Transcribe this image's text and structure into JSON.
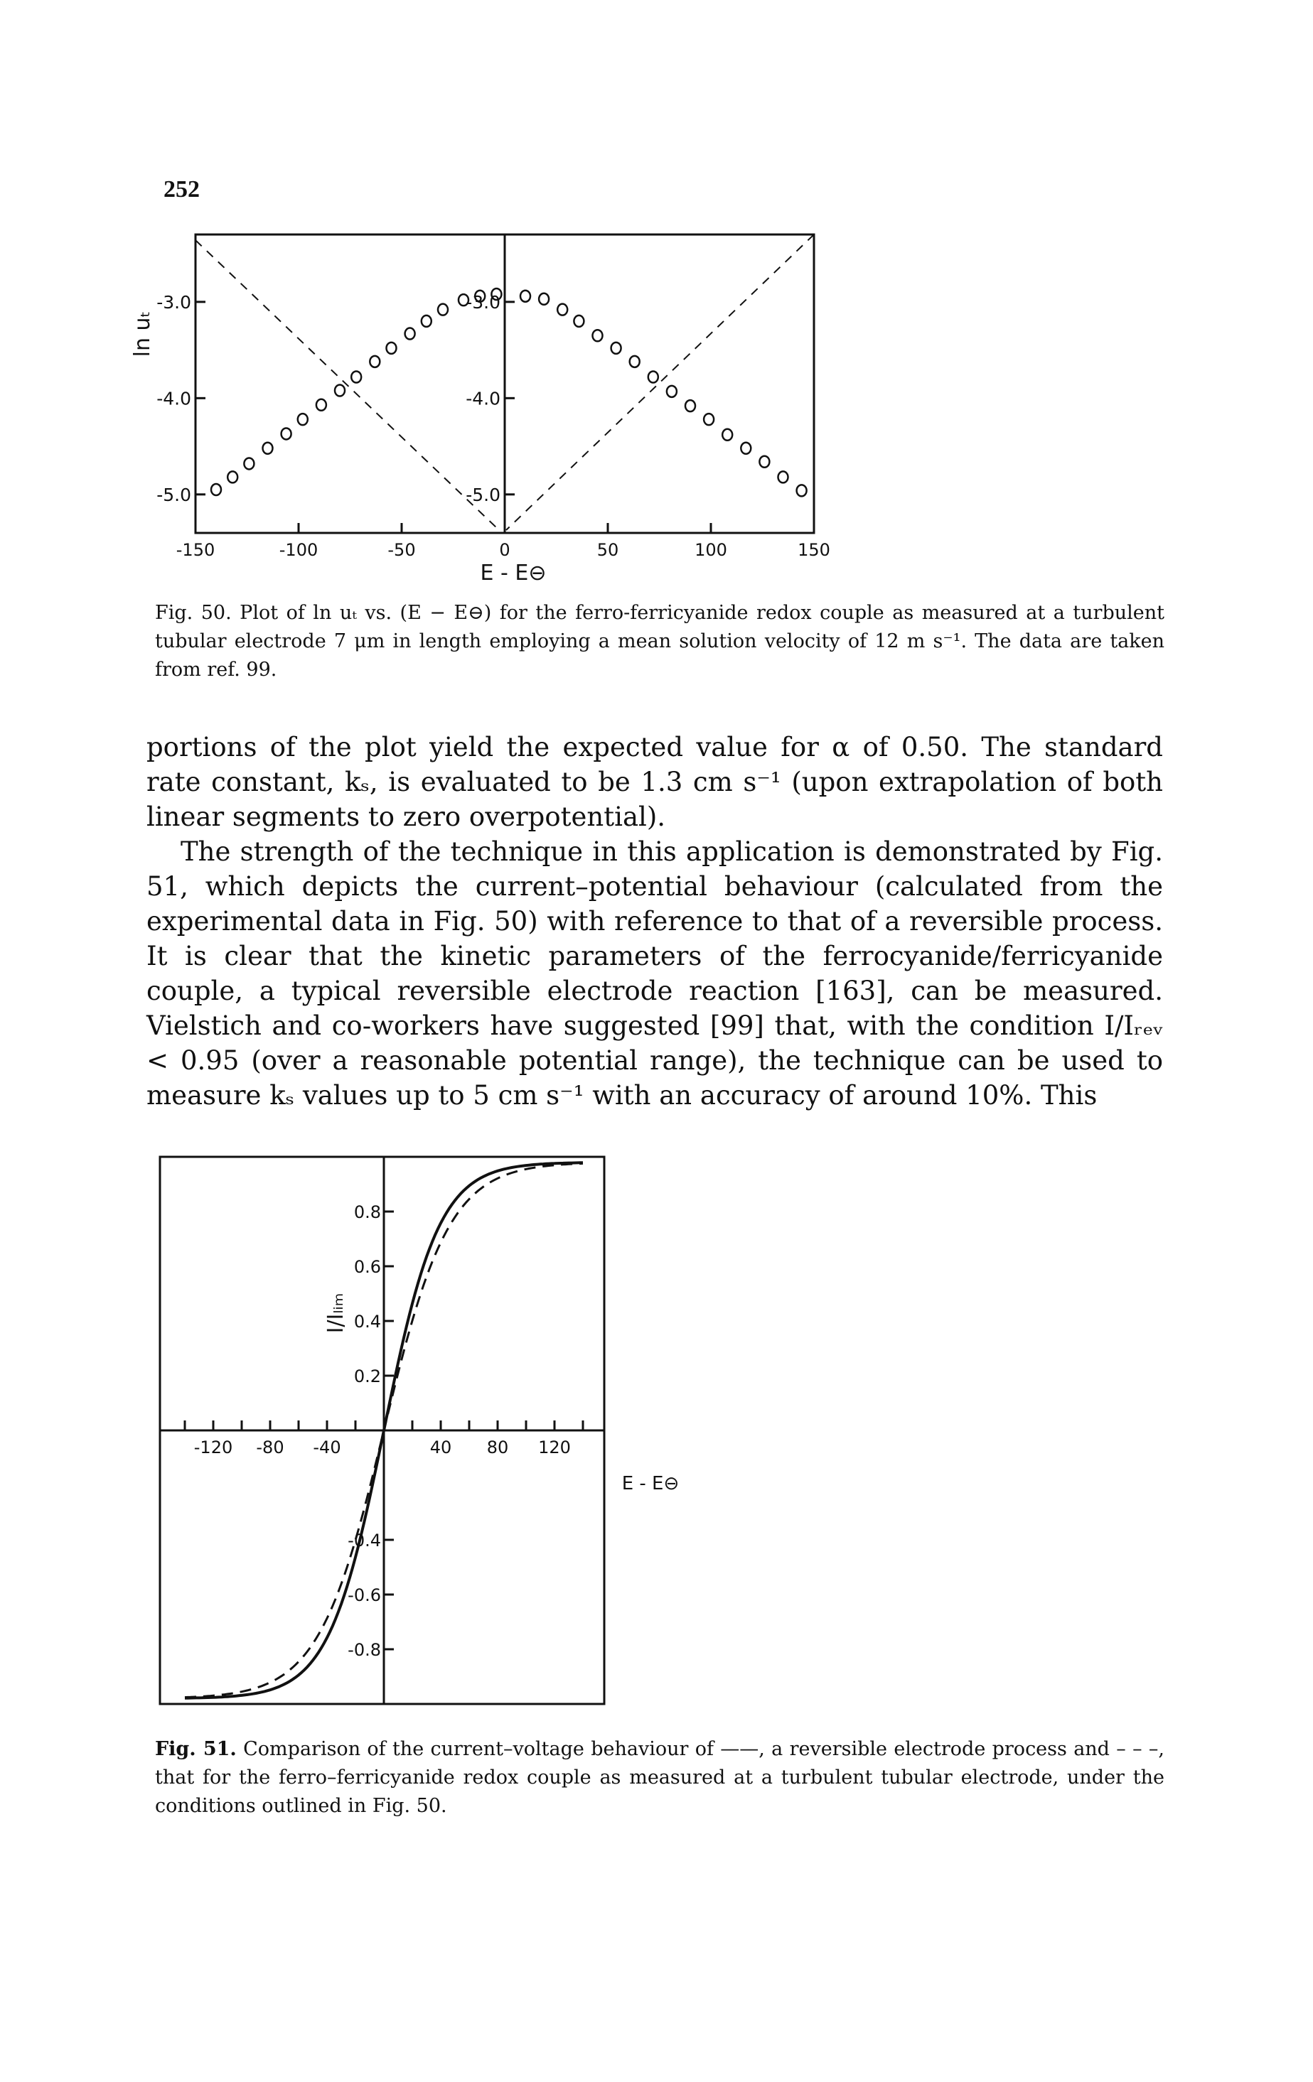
{
  "page": {
    "number": "252"
  },
  "figure50": {
    "caption_label": "Fig. 50.",
    "caption_text": "Plot of ln uₜ vs. (E − E⊖) for the ferro-ferricyanide redox couple as measured at a turbulent tubular electrode 7 μm in length employing a mean solution velocity of 12 m s⁻¹. The data are taken from ref. 99.",
    "chart_data": {
      "type": "scatter",
      "xlabel": "E - E⊖",
      "ylabel": "ln uₜ",
      "x_ticks": [
        "-150",
        "-100",
        "-50",
        "0",
        "50",
        "100",
        "150"
      ],
      "y_ticks_left": [
        "-5.0",
        "-4.0",
        "-3.0"
      ],
      "y_ticks_center": [
        "-5.0",
        "-4.0",
        "-3.0"
      ],
      "xlim": [
        -150,
        150
      ],
      "ylim": [
        -2.3,
        -5.4
      ],
      "series": [
        {
          "points": [
            [
              -140,
              -4.95
            ],
            [
              -132,
              -4.82
            ],
            [
              -124,
              -4.68
            ],
            [
              -115,
              -4.52
            ],
            [
              -106,
              -4.37
            ],
            [
              -98,
              -4.22
            ],
            [
              -89,
              -4.07
            ],
            [
              -80,
              -3.92
            ],
            [
              -72,
              -3.78
            ],
            [
              -63,
              -3.62
            ],
            [
              -55,
              -3.48
            ],
            [
              -46,
              -3.33
            ],
            [
              -38,
              -3.2
            ],
            [
              -30,
              -3.08
            ],
            [
              -20,
              -2.98
            ],
            [
              -12,
              -2.94
            ],
            [
              -4,
              -2.92
            ],
            [
              10,
              -2.94
            ],
            [
              19,
              -2.97
            ],
            [
              28,
              -3.08
            ],
            [
              36,
              -3.2
            ],
            [
              45,
              -3.35
            ],
            [
              54,
              -3.48
            ],
            [
              63,
              -3.62
            ],
            [
              72,
              -3.78
            ],
            [
              81,
              -3.93
            ],
            [
              90,
              -4.08
            ],
            [
              99,
              -4.22
            ],
            [
              108,
              -4.38
            ],
            [
              117,
              -4.52
            ],
            [
              126,
              -4.66
            ],
            [
              135,
              -4.82
            ],
            [
              144,
              -4.96
            ]
          ]
        }
      ]
    }
  },
  "body": {
    "paragraph1": "portions of the plot yield the expected value for α of 0.50. The standard rate constant, kₛ, is evaluated to be 1.3 cm s⁻¹ (upon extrapolation of both linear segments to zero overpotential).",
    "paragraph2": "The strength of the technique in this application is demonstrated by Fig. 51, which depicts the current–potential behaviour (calculated from the experimental data in Fig. 50) with reference to that of a reversible process. It is clear that the kinetic parameters of the ferrocyanide/ferricyanide couple, a typical reversible electrode reaction [163], can be measured. Vielstich and co-workers have suggested [99] that, with the condition I/Iᵣₑᵥ < 0.95 (over a reasonable potential range), the technique can be used to measure kₛ values up to 5 cm s⁻¹ with an accuracy of around 10%. This"
  },
  "figure51": {
    "caption_label": "Fig. 51.",
    "caption_text": "Comparison of the current–voltage behaviour of ——, a reversible electrode process and – – –, that for the ferro–ferricyanide redox couple as measured at a turbulent tubular electrode, under the conditions outlined in Fig. 50.",
    "chart_data": {
      "type": "line",
      "xlabel": "E - E⊖",
      "ylabel": "I/Iₗᵢₘ",
      "x_ticks": [
        "-120",
        "-80",
        "-40",
        "40",
        "80",
        "120"
      ],
      "y_ticks": [
        "0.8",
        "0.6",
        "0.4",
        "0.2",
        "-0.4",
        "-0.6",
        "-0.8"
      ],
      "xlim": [
        -155,
        155
      ],
      "ylim": [
        -1.0,
        1.0
      ],
      "series": [
        {
          "style": "solid",
          "model": "tanh",
          "k": 38.9
        },
        {
          "style": "dashed",
          "model": "tanh",
          "k": 46
        }
      ]
    }
  }
}
